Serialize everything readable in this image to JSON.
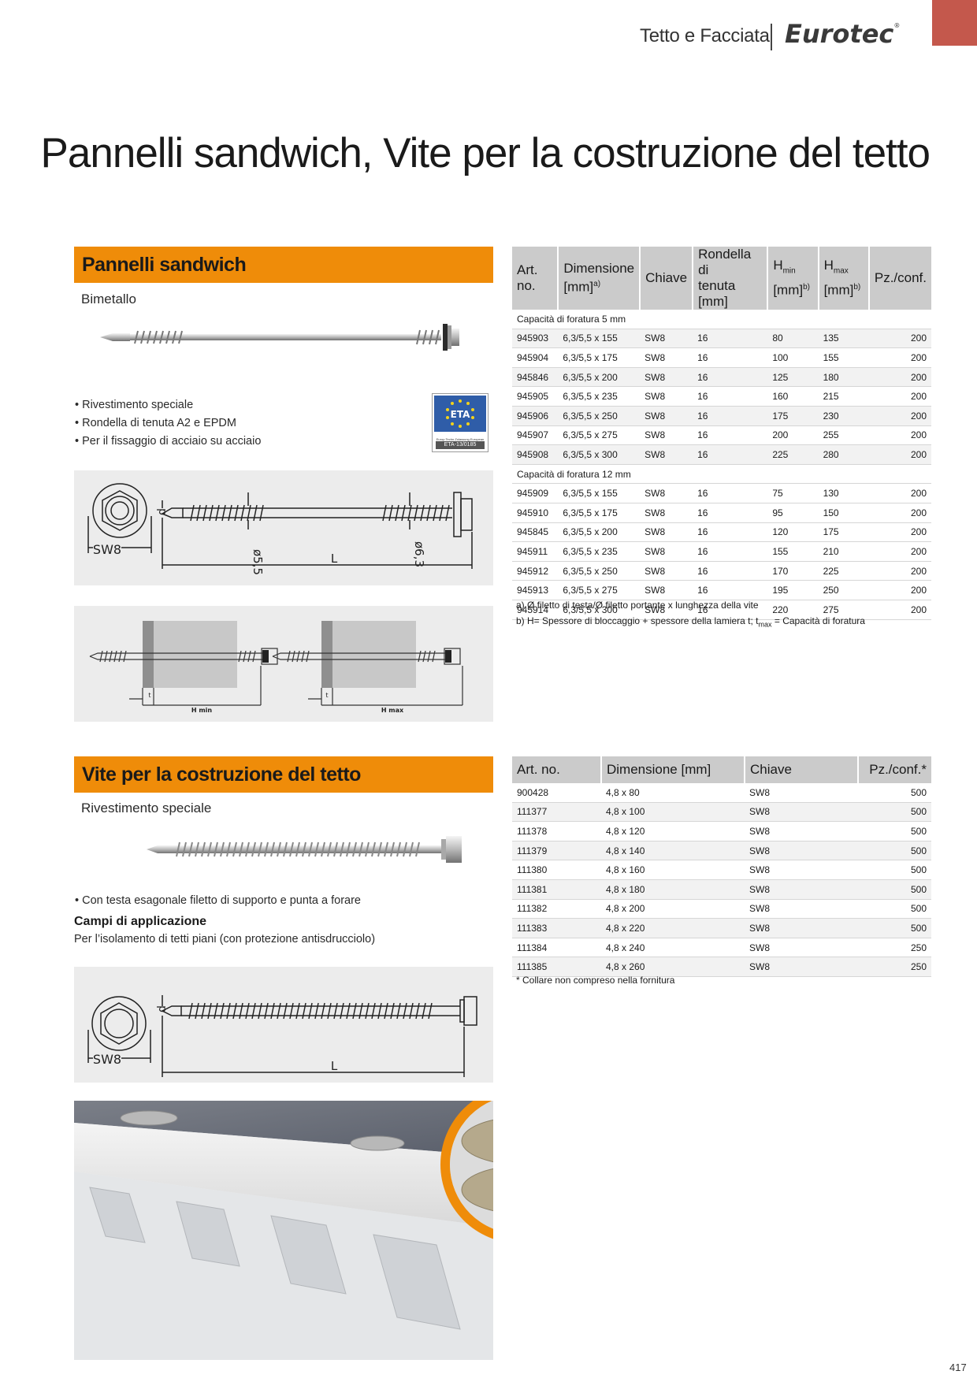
{
  "header": {
    "section": "Tetto e Facciata",
    "brand": "Eurotec",
    "brand_mark": "®"
  },
  "page_title": "Pannelli sandwich, Vite per la costruzione del tetto",
  "page_number": "417",
  "sandwich": {
    "heading": "Pannelli sandwich",
    "subheading": "Bimetallo",
    "bullets": [
      "Rivestimento speciale",
      "Rondella di tenuta A2 e EPDM",
      "Per il fissaggio di acciaio su acciaio"
    ],
    "eta_badge": {
      "label": "ETA",
      "small_text": "Europ.Techn.Zulassung European Technical Approval",
      "number": "ETA-13/0185"
    },
    "drawing_labels": {
      "key": "SW8",
      "d": "d",
      "phi1": "ø5,5",
      "phi2": "ø6,3",
      "length": "L"
    },
    "install_labels": {
      "t1": "t",
      "hmin": "H min",
      "t2": "t",
      "hmax": "H max"
    },
    "table": {
      "headers": {
        "art": "Art. no.",
        "dim1": "Dimensione",
        "dim2": "[mm]",
        "dim_sup": "a)",
        "key": "Chiave",
        "was1": "Rondella di",
        "was2": "tenuta [mm]",
        "hmin": "H",
        "hmin_sub": "min",
        "hmin_unit": "[mm]",
        "hmin_sup": "b)",
        "hmax": "H",
        "hmax_sub": "max",
        "hmax_unit": "[mm]",
        "hmax_sup": "b)",
        "pcs": "Pz./conf."
      },
      "groups": [
        {
          "label": "Capacità di foratura 5 mm",
          "rows": [
            [
              "945903",
              "6,3/5,5 x 155",
              "SW8",
              "16",
              "80",
              "135",
              "200"
            ],
            [
              "945904",
              "6,3/5,5 x 175",
              "SW8",
              "16",
              "100",
              "155",
              "200"
            ],
            [
              "945846",
              "6,3/5,5 x 200",
              "SW8",
              "16",
              "125",
              "180",
              "200"
            ],
            [
              "945905",
              "6,3/5,5 x 235",
              "SW8",
              "16",
              "160",
              "215",
              "200"
            ],
            [
              "945906",
              "6,3/5,5 x 250",
              "SW8",
              "16",
              "175",
              "230",
              "200"
            ],
            [
              "945907",
              "6,3/5,5 x 275",
              "SW8",
              "16",
              "200",
              "255",
              "200"
            ],
            [
              "945908",
              "6,3/5,5 x 300",
              "SW8",
              "16",
              "225",
              "280",
              "200"
            ]
          ]
        },
        {
          "label": "Capacità di foratura 12 mm",
          "rows": [
            [
              "945909",
              "6,3/5,5 x 155",
              "SW8",
              "16",
              "75",
              "130",
              "200"
            ],
            [
              "945910",
              "6,3/5,5 x 175",
              "SW8",
              "16",
              "95",
              "150",
              "200"
            ],
            [
              "945845",
              "6,3/5,5 x 200",
              "SW8",
              "16",
              "120",
              "175",
              "200"
            ],
            [
              "945911",
              "6,3/5,5 x 235",
              "SW8",
              "16",
              "155",
              "210",
              "200"
            ],
            [
              "945912",
              "6,3/5,5 x 250",
              "SW8",
              "16",
              "170",
              "225",
              "200"
            ],
            [
              "945913",
              "6,3/5,5 x 275",
              "SW8",
              "16",
              "195",
              "250",
              "200"
            ],
            [
              "945914",
              "6,3/5,5 x 300",
              "SW8",
              "16",
              "220",
              "275",
              "200"
            ]
          ]
        }
      ],
      "note_a": "a) Ø filetto di testa/Ø filetto portante x lunghezza della vite",
      "note_b_pre": "b) H= Spessore di bloccaggio + spessore della lamiera t; ",
      "note_b_t": "t",
      "note_b_tsub": "max",
      "note_b_post": " = Capacità di foratura"
    }
  },
  "roof": {
    "heading": "Vite per la costruzione del tetto",
    "subheading": "Rivestimento speciale",
    "bullets": [
      "Con testa esagonale filetto di supporto e punta a forare"
    ],
    "app_title": "Campi di applicazione",
    "app_text": "Per l’isolamento di tetti piani (con protezione antisdrucciolo)",
    "drawing_labels": {
      "key": "SW8",
      "d": "d",
      "length": "L"
    },
    "table": {
      "headers": {
        "art": "Art. no.",
        "dim": "Dimensione [mm]",
        "key": "Chiave",
        "pcs": "Pz./conf.*"
      },
      "rows": [
        [
          "900428",
          "4,8 x 80",
          "SW8",
          "500"
        ],
        [
          "111377",
          "4,8 x 100",
          "SW8",
          "500"
        ],
        [
          "111378",
          "4,8 x 120",
          "SW8",
          "500"
        ],
        [
          "111379",
          "4,8 x 140",
          "SW8",
          "500"
        ],
        [
          "111380",
          "4,8 x 160",
          "SW8",
          "500"
        ],
        [
          "111381",
          "4,8 x 180",
          "SW8",
          "500"
        ],
        [
          "111382",
          "4,8 x 200",
          "SW8",
          "500"
        ],
        [
          "111383",
          "4,8 x 220",
          "SW8",
          "500"
        ],
        [
          "111384",
          "4,8 x 240",
          "SW8",
          "250"
        ],
        [
          "111385",
          "4,8 x 260",
          "SW8",
          "250"
        ]
      ],
      "note": "* Collare non compreso nella fornitura"
    }
  },
  "colors": {
    "accent_orange": "#ef8c09",
    "corner_red": "#c4584c",
    "header_grey": "#cbcbcb"
  }
}
